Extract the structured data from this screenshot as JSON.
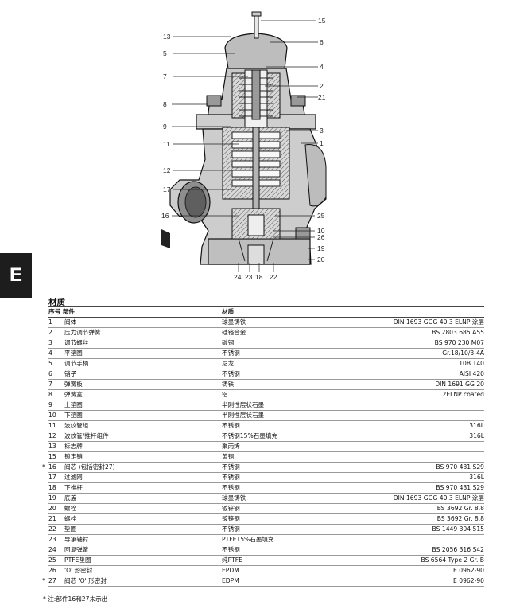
{
  "side_tab": {
    "letter": "E"
  },
  "diagram": {
    "callouts": {
      "c15": "15",
      "c13": "13",
      "c6": "6",
      "c5": "5",
      "c4": "4",
      "c7": "7",
      "c2": "2",
      "c21": "21",
      "c8": "8",
      "c9": "9",
      "c3": "3",
      "c11": "11",
      "c1": "1",
      "c12": "12",
      "c17": "17",
      "c16": "16",
      "c25": "25",
      "c10": "10",
      "c26": "26",
      "c19": "19",
      "c20": "20",
      "c24": "24",
      "c23": "23",
      "c18": "18",
      "c22": "22"
    }
  },
  "materials": {
    "title": "材质",
    "header": {
      "no": "序号",
      "part": "部件",
      "material": "材质"
    },
    "rows": [
      {
        "no": "1",
        "part": "阀体",
        "material": "球墨铸铁",
        "standard": "DIN 1693 GGG 40.3 ELNP 涂层"
      },
      {
        "no": "2",
        "part": "压力调节弹簧",
        "material": "硅铬合金",
        "standard": "BS 2803 685 A55"
      },
      {
        "no": "3",
        "part": "调节螺丝",
        "material": "碳钢",
        "standard": "BS 970 230 M07"
      },
      {
        "no": "4",
        "part": "平垫圈",
        "material": "不锈钢",
        "standard": "Gr.18/10/3-4A"
      },
      {
        "no": "5",
        "part": "调节手柄",
        "material": "尼龙",
        "standard": "10B 140"
      },
      {
        "no": "6",
        "part": "销子",
        "material": "不锈钢",
        "standard": "AISI 420"
      },
      {
        "no": "7",
        "part": "弹簧板",
        "material": "铸铁",
        "standard": "DIN 1691 GG 20"
      },
      {
        "no": "8",
        "part": "弹簧室",
        "material": "铝",
        "standard": "2ELNP coated"
      },
      {
        "no": "9",
        "part": "上垫圈",
        "material": "半刚性层状石墨",
        "standard": ""
      },
      {
        "no": "10",
        "part": "下垫圈",
        "material": "半刚性层状石墨",
        "standard": ""
      },
      {
        "no": "11",
        "part": "波纹管组",
        "material": "不锈钢",
        "standard": "316L"
      },
      {
        "no": "12",
        "part": "波纹管/推杆组件",
        "material": "不锈钢15%石墨填充",
        "standard": "316L"
      },
      {
        "no": "13",
        "part": "标志牌",
        "material": "聚丙烯",
        "standard": ""
      },
      {
        "no": "15",
        "part": "锁定销",
        "material": "黄铜",
        "standard": ""
      },
      {
        "no": "16",
        "part": "阀芯 (包括密封27)",
        "material": "不锈钢",
        "standard": "BS 970 431 S29",
        "mark": "*"
      },
      {
        "no": "17",
        "part": "过滤网",
        "material": "不锈钢",
        "standard": "316L"
      },
      {
        "no": "18",
        "part": "下推杆",
        "material": "不锈钢",
        "standard": "BS 970 431 S29"
      },
      {
        "no": "19",
        "part": "底盖",
        "material": "球墨铸铁",
        "standard": "DIN 1693 GGG 40.3 ELNP 涂层"
      },
      {
        "no": "20",
        "part": "螺栓",
        "material": "镀锌钢",
        "standard": "BS 3692 Gr. 8.8"
      },
      {
        "no": "21",
        "part": "螺栓",
        "material": "镀锌钢",
        "standard": "BS 3692 Gr. 8.8"
      },
      {
        "no": "22",
        "part": "垫圈",
        "material": "不锈钢",
        "standard": "BS 1449 304 515"
      },
      {
        "no": "23",
        "part": "导承轴衬",
        "material": "PTFE15%石墨填充",
        "standard": ""
      },
      {
        "no": "24",
        "part": "回复弹簧",
        "material": "不锈钢",
        "standard": "BS 2056 316 S42"
      },
      {
        "no": "25",
        "part": "PTFE垫圈",
        "material": "纯PTFE",
        "standard": "BS 6564 Type 2 Gr. B"
      },
      {
        "no": "26",
        "part": "'O' 形密封",
        "material": "EPDM",
        "standard": "E 0962-90"
      },
      {
        "no": "27",
        "part": "阀芯 'O' 形密封",
        "material": "EDPM",
        "standard": "E 0962-90",
        "mark": "*"
      }
    ],
    "footnote": "* 注:部件16和27未示出"
  }
}
